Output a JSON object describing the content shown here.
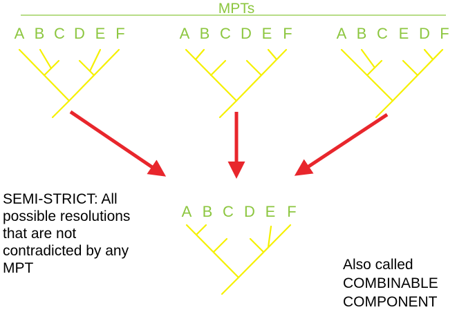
{
  "colors": {
    "tree": "#f5f000",
    "label": "#8cc63f",
    "arrow": "#e8262c",
    "text": "#000000"
  },
  "header": {
    "title": "MPTs"
  },
  "mpts": [
    {
      "labels": [
        "A",
        "B",
        "C",
        "D",
        "E",
        "F"
      ]
    },
    {
      "labels": [
        "A",
        "B",
        "C",
        "D",
        "E",
        "F"
      ]
    },
    {
      "labels": [
        "A",
        "B",
        "C",
        "E",
        "D",
        "F"
      ]
    }
  ],
  "consensus": {
    "labels": [
      "A",
      "B",
      "C",
      "D",
      "E",
      "F"
    ]
  },
  "notes": {
    "semi_strict": [
      "SEMI-STRICT: All",
      "possible resolutions",
      "that are not",
      "contradicted by any",
      "MPT"
    ],
    "also_called": [
      "Also called",
      "COMBINABLE",
      "COMPONENT"
    ]
  }
}
